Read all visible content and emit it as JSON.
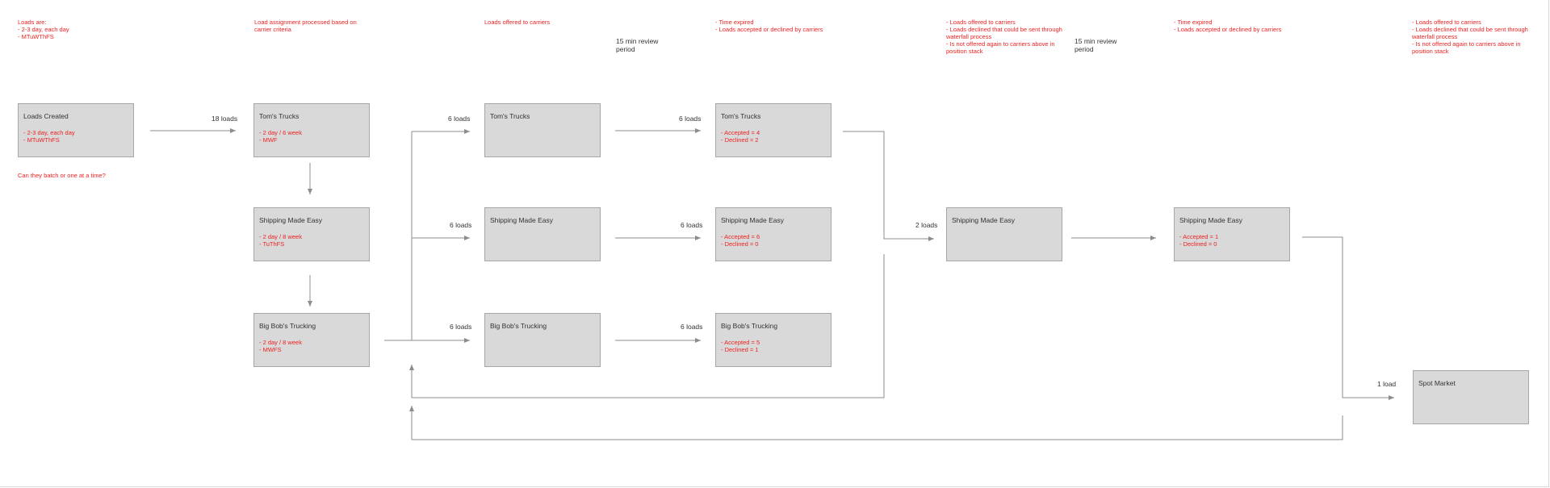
{
  "notes": {
    "loads_are": "Loads are:\n- 2-3 day, each day\n- MTuWThFS",
    "load_assignment": "Load assignment processed based on\ncarrier criteria",
    "offered_1": "Loads offered to carriers",
    "expired_1": "- Time expired\n- Loads accepted or declined by carriers",
    "offered_2": "- Loads offered to carriers\n- Loads declined that could be sent through\nwaterfall process\n- Is not offered again to carriers above in\nposition stack",
    "expired_2": "- Time expired\n- Loads accepted or declined by carriers",
    "offered_3": "- Loads offered to carriers\n- Loads declined that could be sent through\nwaterfall process\n- Is not offered again to carriers above in\nposition stack",
    "batch_question": "Can they batch or one at a time?"
  },
  "review_labels": {
    "review_1": "15 min review\nperiod",
    "review_2": "15 min review\nperiod"
  },
  "boxes": {
    "loads_created": {
      "title": "Loads Created",
      "detail": "- 2-3 day, each day\n- MTuWThFS"
    },
    "toms_criteria": {
      "title": "Tom's Trucks",
      "detail": "- 2 day / 6 week\n- MWF"
    },
    "sme_criteria": {
      "title": "Shipping Made Easy",
      "detail": "- 2 day / 8 week\n- TuThFS"
    },
    "bbt_criteria": {
      "title": "Big Bob's Trucking",
      "detail": "- 2 day / 8 week\n- MWFS"
    },
    "toms_offer": {
      "title": "Tom's Trucks",
      "detail": ""
    },
    "sme_offer": {
      "title": "Shipping Made Easy",
      "detail": ""
    },
    "bbt_offer": {
      "title": "Big Bob's Trucking",
      "detail": ""
    },
    "toms_result": {
      "title": "Tom's Trucks",
      "detail": "- Accepted = 4\n- Declined = 2"
    },
    "sme_result": {
      "title": "Shipping Made Easy",
      "detail": "- Accepted = 6\n- Declined = 0"
    },
    "bbt_result": {
      "title": "Big Bob's Trucking",
      "detail": "- Accepted = 5\n- Declined = 1"
    },
    "sme_waterfall_offer": {
      "title": "Shipping Made Easy",
      "detail": ""
    },
    "sme_waterfall_result": {
      "title": "Shipping Made Easy",
      "detail": "- Accepted = 1\n- Declined = 0"
    },
    "spot_market": {
      "title": "Spot Market",
      "detail": ""
    }
  },
  "arrow_labels": {
    "loads_18": "18 loads",
    "toms_6": "6 loads",
    "sme_6": "6 loads",
    "bbt_6": "6 loads",
    "toms_result_6": "6 loads",
    "sme_result_6": "6 loads",
    "bbt_result_6": "6 loads",
    "loads_2": "2 loads",
    "load_1": "1 load"
  }
}
